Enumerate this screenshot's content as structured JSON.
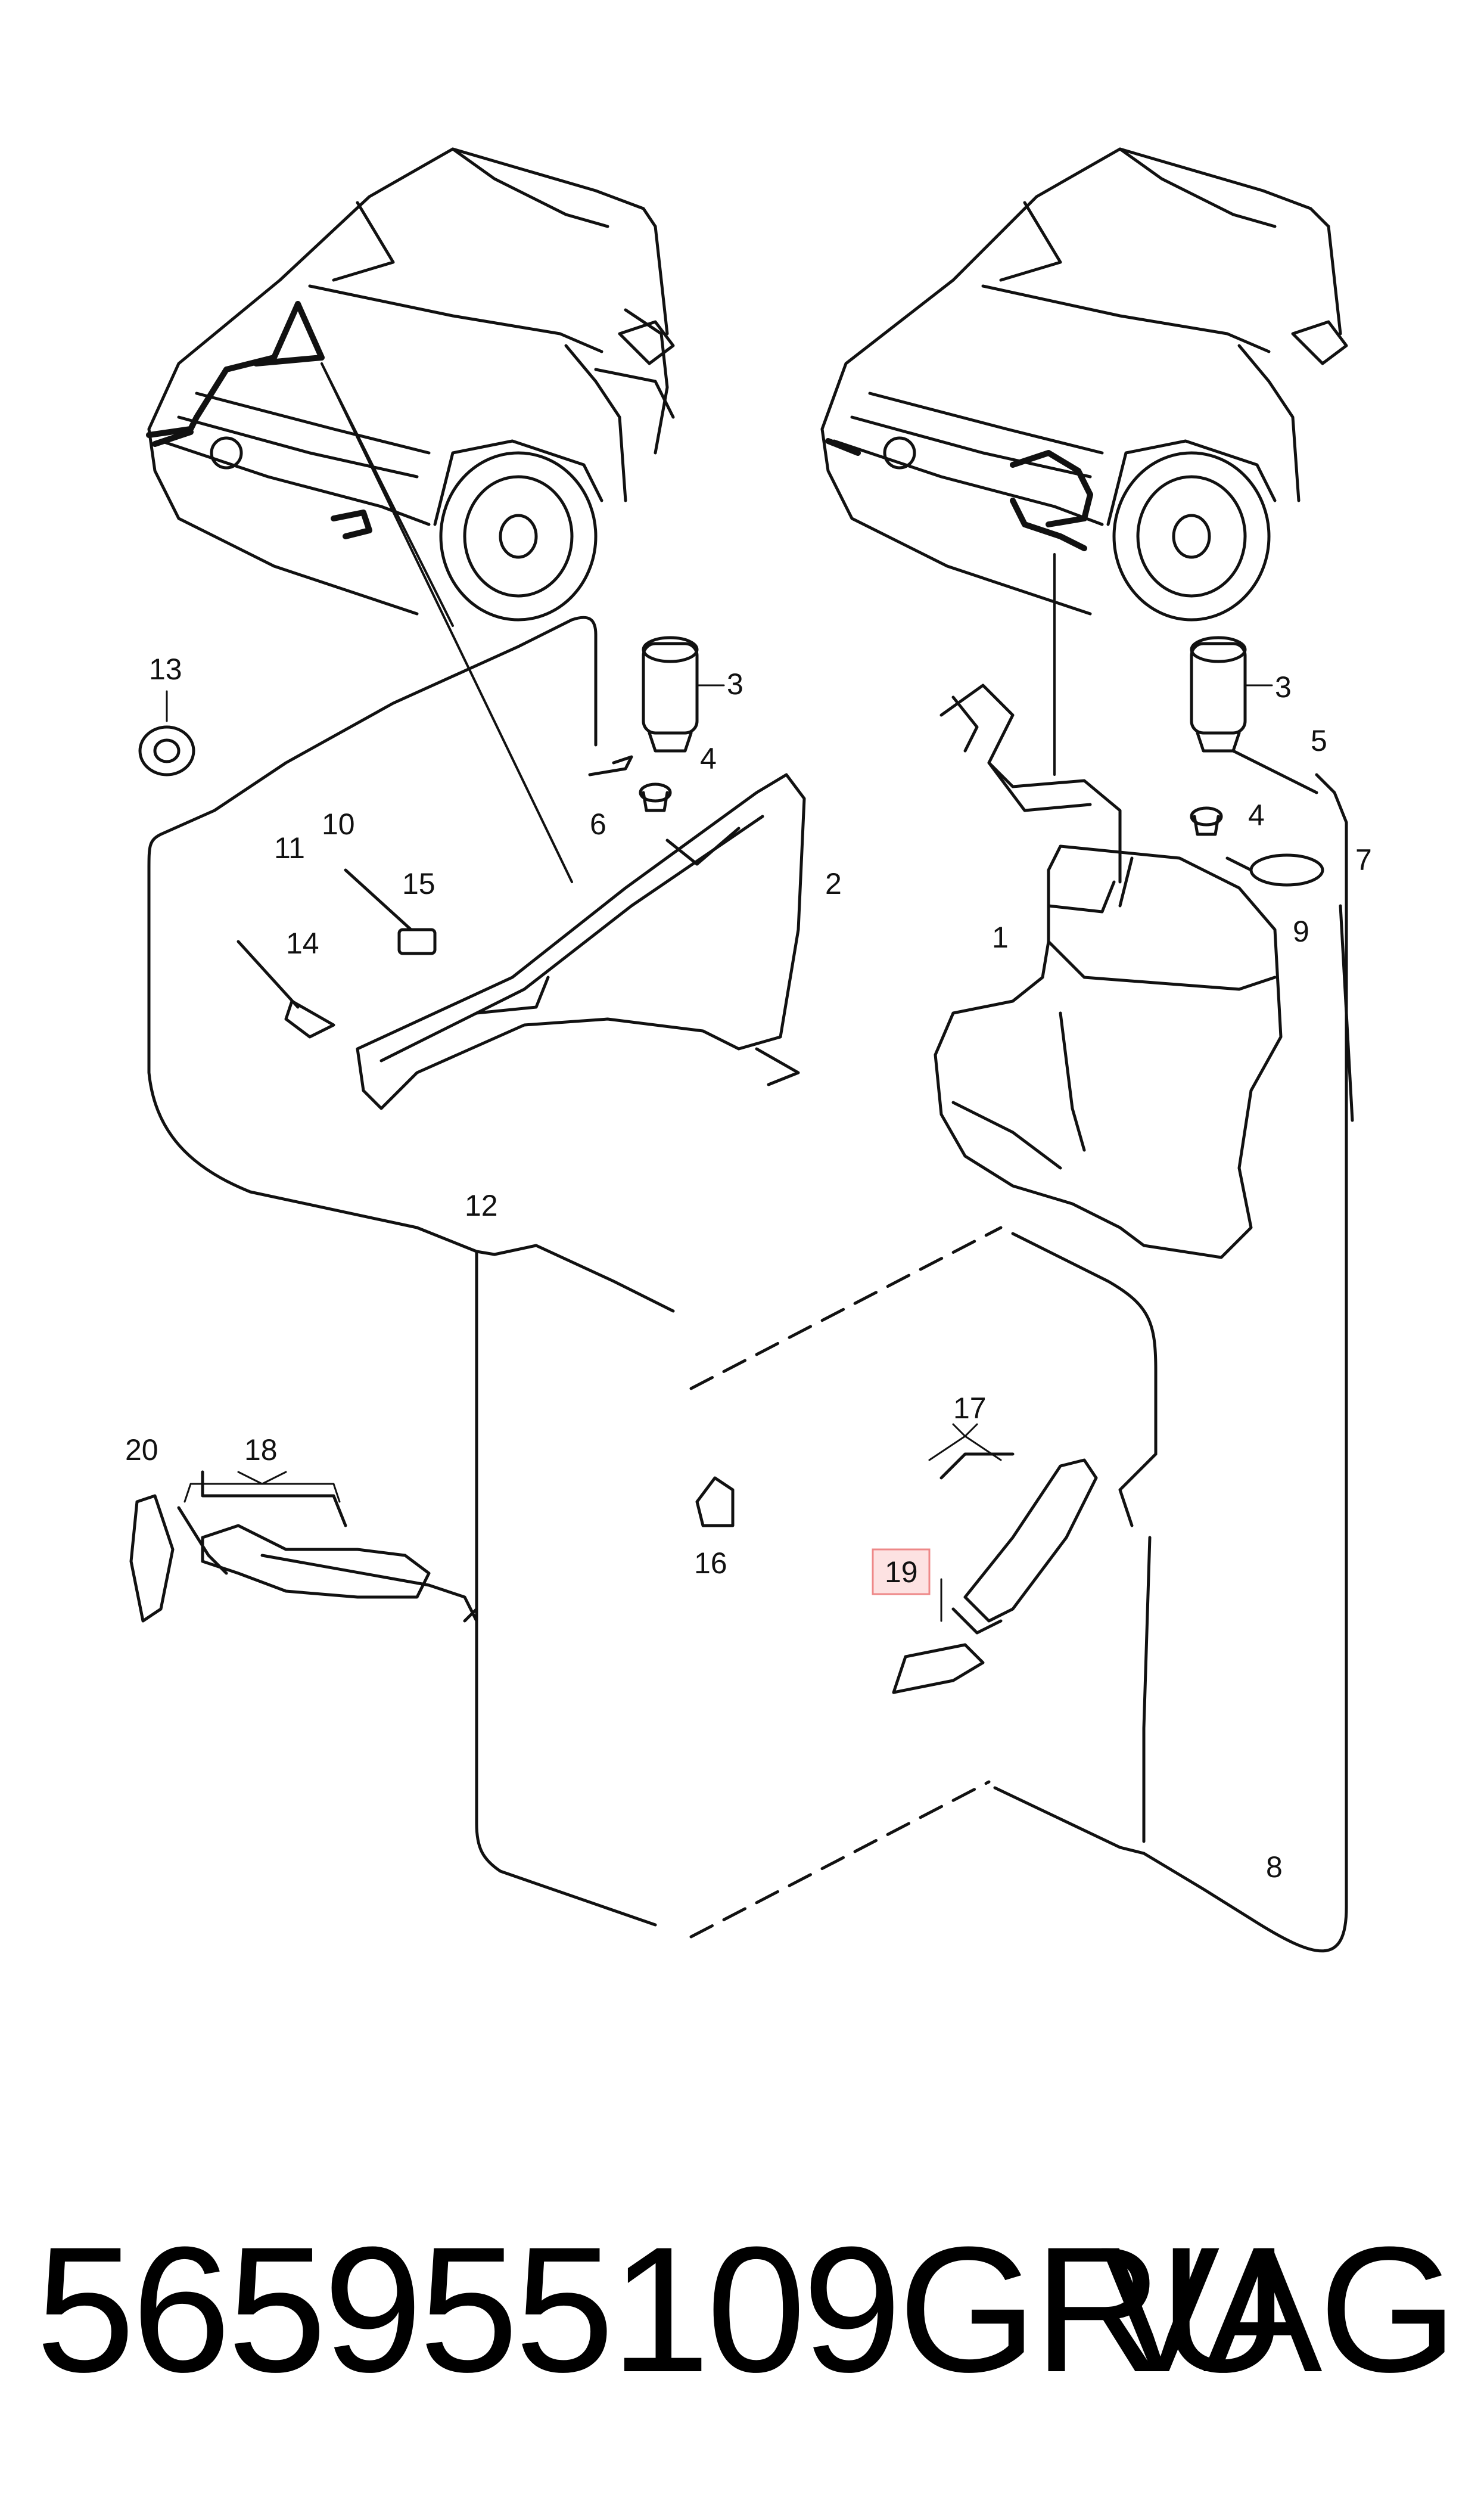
{
  "callouts": {
    "c1": "1",
    "c2": "2",
    "c3a": "3",
    "c3b": "3",
    "c4a": "4",
    "c4b": "4",
    "c5": "5",
    "c6": "6",
    "c7": "7",
    "c8": "8",
    "c9": "9",
    "c10": "10",
    "c11": "11",
    "c12": "12",
    "c13": "13",
    "c14": "14",
    "c15": "15",
    "c16": "16",
    "c17": "17",
    "c18": "18",
    "c19": "19",
    "c20": "20"
  },
  "footer": {
    "part_number": "565955109GRU",
    "brand": "VAG"
  }
}
